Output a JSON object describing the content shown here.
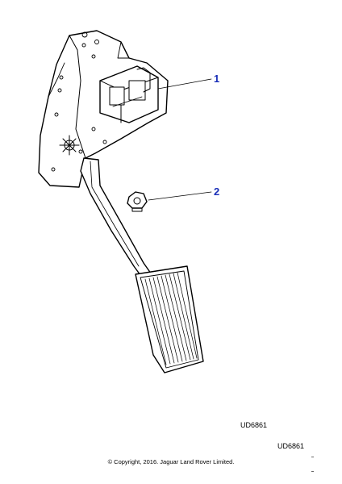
{
  "callouts": [
    {
      "number": "1",
      "part": "accelerator-pedal-assembly"
    },
    {
      "number": "2",
      "part": "nut"
    }
  ],
  "illustration_code": "UD6861",
  "page_code": "UD6861",
  "copyright": "© Copyright, 2016. Jaguar Land Rover Limited.",
  "colors": {
    "callout": "#1a2fb8",
    "outline": "#000000",
    "background": "#ffffff"
  }
}
